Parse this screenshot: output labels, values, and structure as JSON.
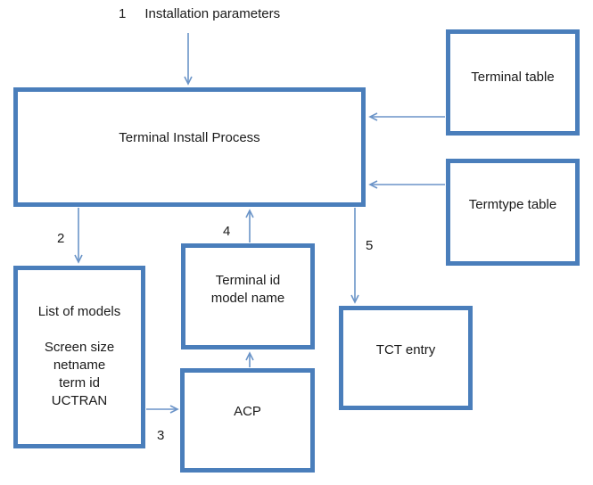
{
  "diagram": {
    "steps": {
      "step1_number": "1",
      "step1_text": "Installation parameters",
      "step2_number": "2",
      "step3_number": "3",
      "step4_number": "4",
      "step5_number": "5"
    },
    "boxes": {
      "terminal_install_process": {
        "label": "Terminal Install Process"
      },
      "terminal_table": {
        "label": "Terminal table"
      },
      "termtype_table": {
        "label": "Termtype table"
      },
      "list_of_models": {
        "lines": [
          "List of models",
          "",
          "Screen size",
          "netname",
          "term id",
          "UCTRAN"
        ]
      },
      "terminal_id_model_name": {
        "lines": [
          "Terminal id",
          "model name"
        ]
      },
      "acp": {
        "label": "ACP"
      },
      "tct_entry": {
        "label": "TCT entry"
      }
    },
    "colors": {
      "box_border": "#4a7ebb",
      "arrow": "#6b94c8",
      "text": "#1a1a1a",
      "background": "#ffffff"
    }
  }
}
